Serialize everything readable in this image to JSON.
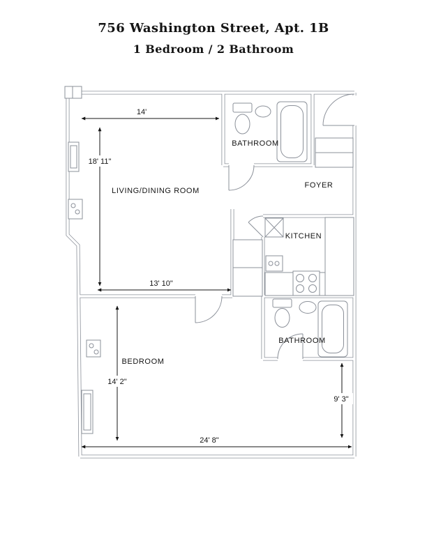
{
  "header": {
    "title": "756 Washington Street, Apt. 1B",
    "subtitle": "1 Bedroom / 2 Bathroom"
  },
  "rooms": {
    "living_dining": "LIVING/DINING ROOM",
    "bathroom_top": "BATHROOM",
    "foyer": "FOYER",
    "kitchen": "KITCHEN",
    "bedroom": "BEDROOM",
    "bathroom_bottom": "BATHROOM"
  },
  "dimensions": {
    "living_width": "14'",
    "living_height": "18' 11\"",
    "living_bottom_width": "13' 10\"",
    "bedroom_height": "14' 2\"",
    "right_height": "9' 3\"",
    "overall_width": "24' 8\""
  },
  "colors": {
    "wall": "#8b9099",
    "dimension": "#141414",
    "text": "#141414"
  }
}
